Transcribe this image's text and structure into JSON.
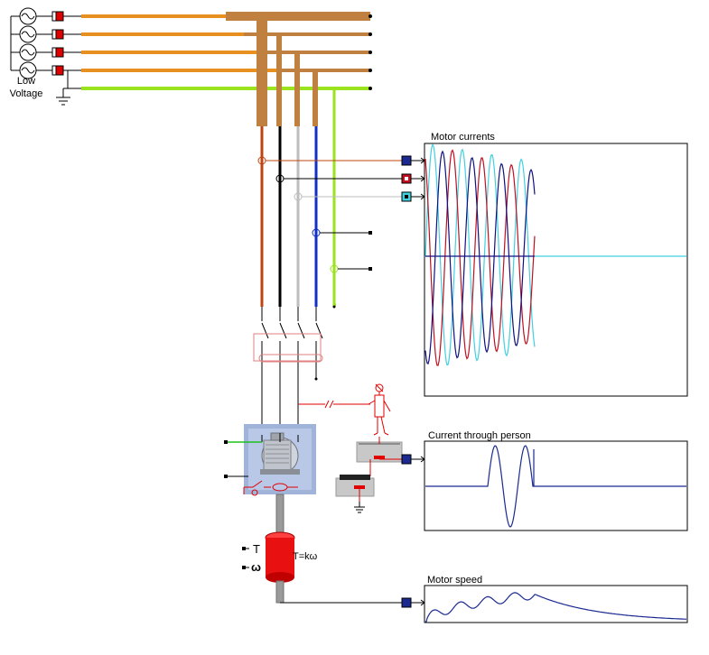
{
  "source": {
    "label_line1": "Low",
    "label_line2": "Voltage"
  },
  "scopes": {
    "motor_currents": {
      "title": "Motor currents"
    },
    "person_current": {
      "title": "Current through person"
    },
    "motor_speed": {
      "title": "Motor speed"
    }
  },
  "load": {
    "torque_symbol": "T",
    "speed_symbol": "ω",
    "formula": "T=kω"
  },
  "colors": {
    "phase_busbar": "#e8901f",
    "busbar_main": "#c0803f",
    "ground_busbar": "#9be21f",
    "phase_l1": "#c0430f",
    "phase_l2": "#000000",
    "phase_l3": "#bdbdbd",
    "phase_n": "#1030c8",
    "trace_cyan": "#40d0e0",
    "trace_red": "#c01020",
    "trace_blue": "#101080",
    "fault_red": "#e00000",
    "meter_blue": "#1a2a90"
  }
}
